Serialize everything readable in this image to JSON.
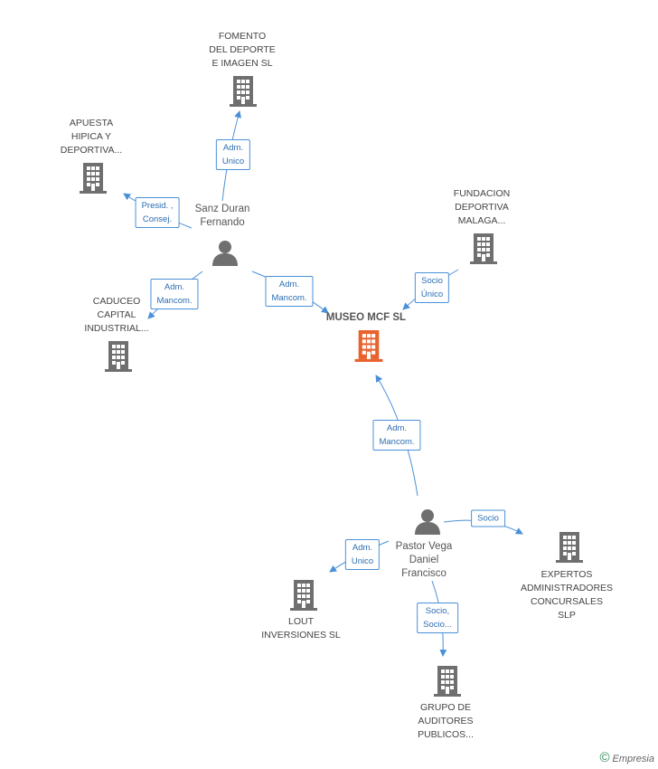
{
  "nodes": {
    "fomento": {
      "label": "FOMENTO\nDEL DEPORTE\nE IMAGEN SL",
      "icon": "building-icon"
    },
    "apuesta": {
      "label": "APUESTA\nHIPICA Y\nDEPORTIVA...",
      "icon": "building-icon"
    },
    "sanz": {
      "label": "Sanz Duran\nFernando",
      "icon": "person-icon"
    },
    "fundacion": {
      "label": "FUNDACION\nDEPORTIVA\nMALAGA...",
      "icon": "building-icon"
    },
    "caduceo": {
      "label": "CADUCEO\nCAPITAL\nINDUSTRIAL...",
      "icon": "building-icon"
    },
    "museo": {
      "label": "MUSEO MCF SL",
      "icon": "building-icon",
      "color": "#e8622d"
    },
    "pastor": {
      "label": "Pastor Vega\nDaniel\nFrancisco",
      "icon": "person-icon"
    },
    "expertos": {
      "label": "EXPERTOS\nADMINISTRADORES\nCONCURSALES SLP",
      "icon": "building-icon"
    },
    "lout": {
      "label": "LOUT\nINVERSIONES SL",
      "icon": "building-icon"
    },
    "grupo": {
      "label": "GRUPO DE\nAUDITORES\nPUBLICOS...",
      "icon": "building-icon"
    }
  },
  "edges": {
    "sanz_fomento": "Adm.\nUnico",
    "sanz_apuesta": "Presid. ,\nConsej.",
    "sanz_caduceo": "Adm.\nMancom.",
    "sanz_museo": "Adm.\nMancom.",
    "fundacion_museo": "Socio\nÚnico",
    "pastor_museo": "Adm.\nMancom.",
    "pastor_expertos": "Socio",
    "pastor_lout": "Adm.\nUnico",
    "pastor_grupo": "Socio,\nSocio..."
  },
  "colors": {
    "building": "#6f6f6f",
    "main_building": "#e8622d",
    "edge": "#4a90d9"
  },
  "footer": {
    "copyright": "©",
    "brand": "Empresia"
  }
}
